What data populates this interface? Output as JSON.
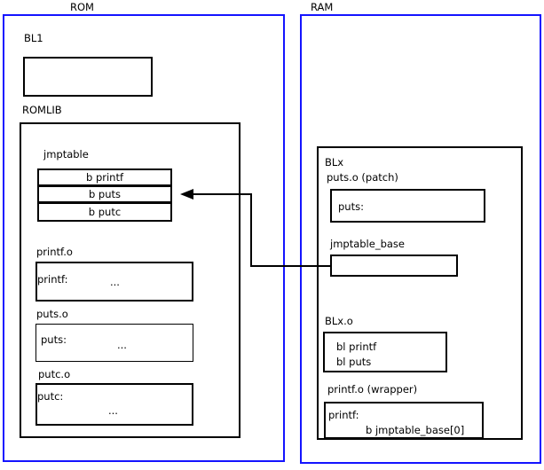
{
  "diagram": {
    "regions": [
      {
        "id": "rom",
        "title": "ROM"
      },
      {
        "id": "ram",
        "title": "RAM"
      }
    ],
    "rom": {
      "bl1_label": "BL1",
      "romlib_label": "ROMLIB",
      "jmptable_label": "jmptable",
      "jmptable_entries": [
        "b printf",
        "b puts",
        "b putc"
      ],
      "objects": [
        {
          "label": "printf.o",
          "symbol": "printf:",
          "body": "..."
        },
        {
          "label": "puts.o",
          "symbol": "puts:",
          "body": "..."
        },
        {
          "label": "putc.o",
          "symbol": "putc:",
          "body": "..."
        }
      ]
    },
    "ram": {
      "blx_label": "BLx",
      "putso_label": "puts.o (patch)",
      "putso_symbol": "puts:",
      "jmptable_base_label": "jmptable_base",
      "blxo_label": "BLx.o",
      "blxo_line1": "bl printf",
      "blxo_line2": "bl puts",
      "printfo_label": "printf.o (wrapper)",
      "printfo_symbol": "printf:",
      "printfo_body": "b jmptable_base[0]"
    },
    "colors": {
      "region_border": "#1414ff",
      "box_border": "#000000",
      "background": "#ffffff",
      "text": "#000000"
    },
    "connector": {
      "name": "jmptable-base-to-b-puts-arrow",
      "from": "jmptable_base",
      "to": "b puts"
    }
  }
}
